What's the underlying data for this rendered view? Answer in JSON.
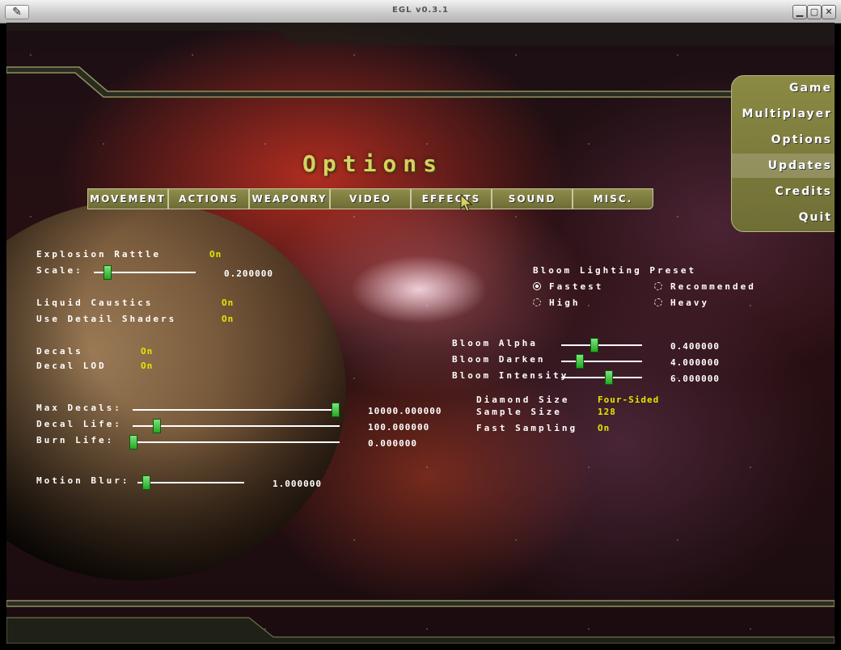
{
  "window": {
    "title": "EGL v0.3.1",
    "controls": [
      "minimize-icon",
      "maximize-icon",
      "close-icon"
    ]
  },
  "page": {
    "title": "Options"
  },
  "tabs": [
    "MOVEMENT",
    "ACTIONS",
    "WEAPONRY",
    "VIDEO",
    "EFFECTS",
    "SOUND",
    "MISC."
  ],
  "active_tab": "EFFECTS",
  "side_menu": [
    "Game",
    "Multiplayer",
    "Options",
    "Updates",
    "Credits",
    "Quit"
  ],
  "side_menu_highlighted": "Updates",
  "colors": {
    "menu_bg": "#8b8a44",
    "toggle_on": "#e6e600",
    "slider_thumb": "#22a822",
    "title": "#d8d060"
  },
  "effects": {
    "explosion_rattle": {
      "label": "Explosion Rattle",
      "value": "On"
    },
    "scale": {
      "label": "Scale:",
      "value": "0.200000",
      "fraction": 0.1
    },
    "liquid_caustics": {
      "label": "Liquid Caustics",
      "value": "On"
    },
    "use_detail_shaders": {
      "label": "Use Detail Shaders",
      "value": "On"
    },
    "decals": {
      "label": "Decals",
      "value": "On"
    },
    "decal_lod": {
      "label": "Decal LOD",
      "value": "On"
    },
    "max_decals": {
      "label": "Max Decals:",
      "value": "10000.000000",
      "fraction": 1.0
    },
    "decal_life": {
      "label": "Decal Life:",
      "value": "100.000000",
      "fraction": 0.1
    },
    "burn_life": {
      "label": "Burn Life:",
      "value": "0.000000",
      "fraction": 0.0
    },
    "motion_blur": {
      "label": "Motion Blur:",
      "value": "1.000000",
      "fraction": 0.05
    },
    "bloom_preset": {
      "label": "Bloom Lighting Preset",
      "options": [
        "Fastest",
        "Recommended",
        "High",
        "Heavy"
      ],
      "selected": "Fastest"
    },
    "bloom_alpha": {
      "label": "Bloom Alpha",
      "value": "0.400000",
      "fraction": 0.4
    },
    "bloom_darken": {
      "label": "Bloom Darken",
      "value": "4.000000",
      "fraction": 0.2
    },
    "bloom_intensity": {
      "label": "Bloom Intensity",
      "value": "6.000000",
      "fraction": 0.6
    },
    "diamond_size": {
      "label": "Diamond Size",
      "value": "Four-Sided"
    },
    "sample_size": {
      "label": "Sample Size",
      "value": "128"
    },
    "fast_sampling": {
      "label": "Fast Sampling",
      "value": "On"
    }
  }
}
